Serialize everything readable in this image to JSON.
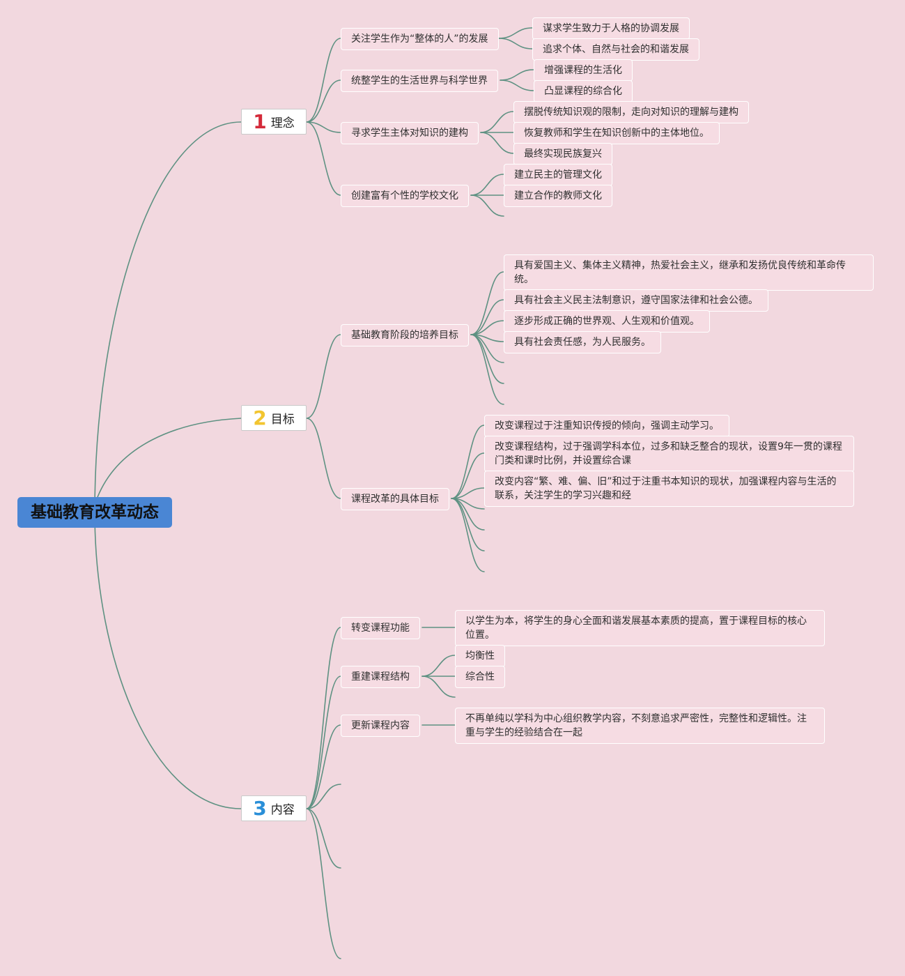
{
  "root": {
    "title": "基础教育改革动态"
  },
  "branches": [
    {
      "number": "1",
      "label": "理念",
      "number_color": "#d42a3a",
      "children": [
        {
          "label": "关注学生作为“整体的人”的发展",
          "children": [
            "谋求学生致力于人格的协调发展",
            "追求个体、自然与社会的和谐发展"
          ]
        },
        {
          "label": "统整学生的生活世界与科学世界",
          "children": [
            "增强课程的生活化",
            "凸显课程的综合化"
          ]
        },
        {
          "label": "寻求学生主体对知识的建构",
          "children": [
            "摆脱传统知识观的限制，走向对知识的理解与建构",
            "恢复教师和学生在知识创新中的主体地位。",
            "最终实现民族复兴"
          ]
        },
        {
          "label": "创建富有个性的学校文化",
          "children": [
            "建立民主的管理文化",
            "建立合作的教师文化"
          ]
        }
      ]
    },
    {
      "number": "2",
      "label": "目标",
      "number_color": "#f2c530",
      "children": [
        {
          "label": "基础教育阶段的培养目标",
          "children": [
            "具有爱国主义、集体主义精神，热爱社会主义，继承和发扬优良传统和革命传统。",
            "具有社会主义民主法制意识，遵守国家法律和社会公德。",
            "逐步形成正确的世界观、人生观和价值观。",
            "具有社会责任感，为人民服务。"
          ]
        },
        {
          "label": "课程改革的具体目标",
          "children": [
            "改变课程过于注重知识传授的倾向，强调主动学习。",
            "改变课程结构，过于强调学科本位，过多和缺乏整合的现状，设置9年一贯的课程门类和课时比例，并设置综合课",
            "改变内容“繁、难、偏、旧”和过于注重书本知识的现状，加强课程内容与生活的联系，关注学生的学习兴趣和经"
          ]
        }
      ]
    },
    {
      "number": "3",
      "label": "内容",
      "number_color": "#2a8fd8",
      "children": [
        {
          "label": "转变课程功能",
          "children": [
            "以学生为本，将学生的身心全面和谐发展基本素质的提高，置于课程目标的核心位置。"
          ]
        },
        {
          "label": "重建课程结构",
          "children": [
            "均衡性",
            "综合性"
          ]
        },
        {
          "label": "更新课程内容",
          "children": [
            "不再单纯以学科为中心组织教学内容，不刻意追求严密性，完整性和逻辑性。注重与学生的经验结合在一起"
          ]
        }
      ]
    }
  ],
  "colors": {
    "background": "#f2d8df",
    "root_fill": "#4a86d4",
    "link": "#5e9182"
  }
}
